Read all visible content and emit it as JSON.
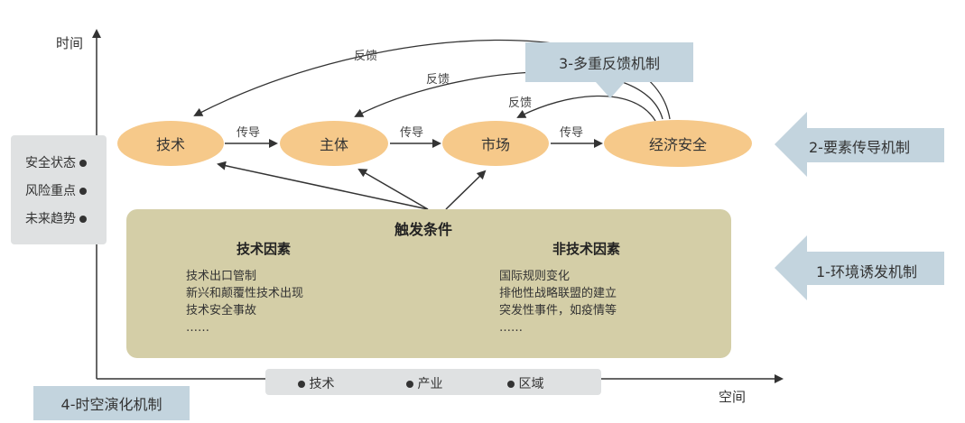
{
  "axes": {
    "y_label": "时间",
    "x_label": "空间"
  },
  "time_legend": {
    "items": [
      "安全状态",
      "风险重点",
      "未来趋势"
    ]
  },
  "space_legend": {
    "items": [
      "技术",
      "产业",
      "区域"
    ]
  },
  "nodes": {
    "tech": "技术",
    "subject": "主体",
    "market": "市场",
    "econ": "经济安全"
  },
  "edge_labels": {
    "conduct1": "传导",
    "conduct2": "传导",
    "conduct3": "传导",
    "feedback1": "反馈",
    "feedback2": "反馈",
    "feedback3": "反馈"
  },
  "trigger": {
    "title": "触发条件",
    "tech": {
      "title": "技术因素",
      "items": [
        "技术出口管制",
        "新兴和颠覆性技术出现",
        "技术安全事故",
        "……"
      ]
    },
    "nontech": {
      "title": "非技术因素",
      "items": [
        "国际规则变化",
        "排他性战略联盟的建立",
        "突发性事件，如疫情等",
        "……"
      ]
    }
  },
  "mechanisms": {
    "m1": "1-环境诱发机制",
    "m2": "2-要素传导机制",
    "m3": "3-多重反馈机制",
    "m4": "4-时空演化机制"
  },
  "colors": {
    "node": "#f6c98a",
    "trigger": "#d4cea7",
    "mechanism": "#c3d4de",
    "legend": "#dfe1e2",
    "arrow": "#333333"
  }
}
